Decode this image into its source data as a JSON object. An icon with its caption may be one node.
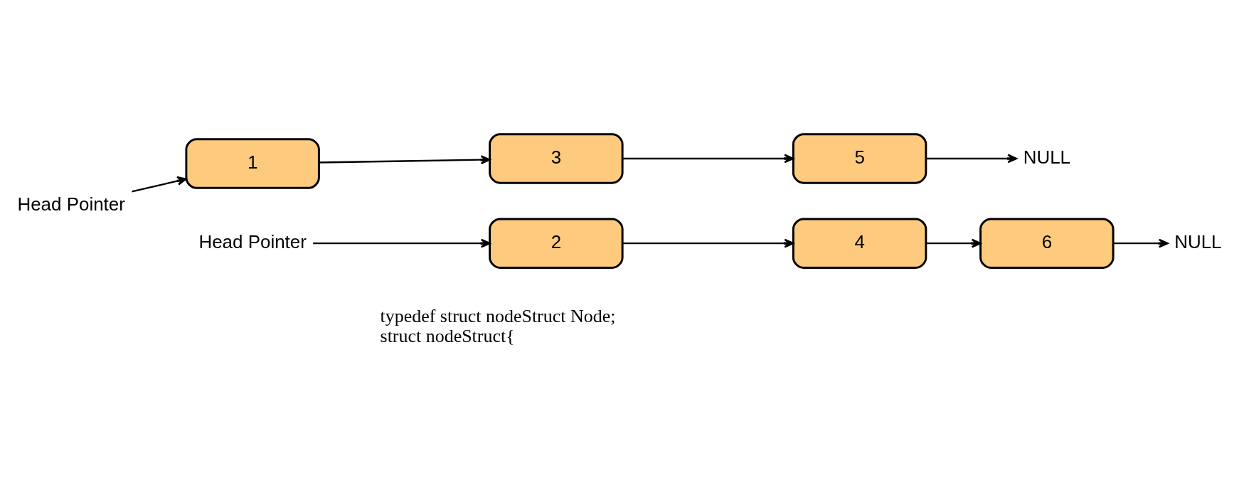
{
  "diagram": {
    "nodes": [
      {
        "text": [
          "Head Pointer"
        ]
      },
      {
        "text": [
          "1"
        ]
      },
      {
        "text": [
          "3"
        ]
      },
      {
        "text": [
          "5"
        ]
      },
      {
        "text": [
          "NULL"
        ]
      },
      {
        "text": [
          "Head Pointer"
        ]
      },
      {
        "text": [
          "2"
        ]
      },
      {
        "text": [
          "4"
        ]
      },
      {
        "text": [
          "6"
        ]
      },
      {
        "text": [
          "NULL"
        ]
      }
    ],
    "edges": [
      {
        "from": 0,
        "to": 1,
        "arrow": "to"
      },
      {
        "from": 1,
        "to": 2,
        "arrow": "to"
      },
      {
        "from": 2,
        "to": 3,
        "arrow": "to"
      },
      {
        "from": 3,
        "to": 4,
        "arrow": "to"
      },
      {
        "from": 5,
        "to": 6,
        "arrow": "to"
      },
      {
        "from": 6,
        "to": 7,
        "arrow": "to"
      },
      {
        "from": 7,
        "to": 8,
        "arrow": "to"
      },
      {
        "from": 8,
        "to": 9,
        "arrow": "to"
      }
    ],
    "labels": [
      "typedef struct nodeStruct Node;",
      "struct nodeStruct{"
    ]
  }
}
